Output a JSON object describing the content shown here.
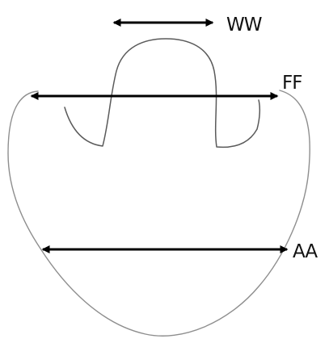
{
  "labels": {
    "ww": "WW",
    "ff": "FF",
    "aa": "AA"
  },
  "colors": {
    "outline": "#8e8e8e",
    "inner_outline": "#5a5a5a",
    "arrow": "#000000",
    "label": "#111111",
    "background": "#ffffff"
  }
}
